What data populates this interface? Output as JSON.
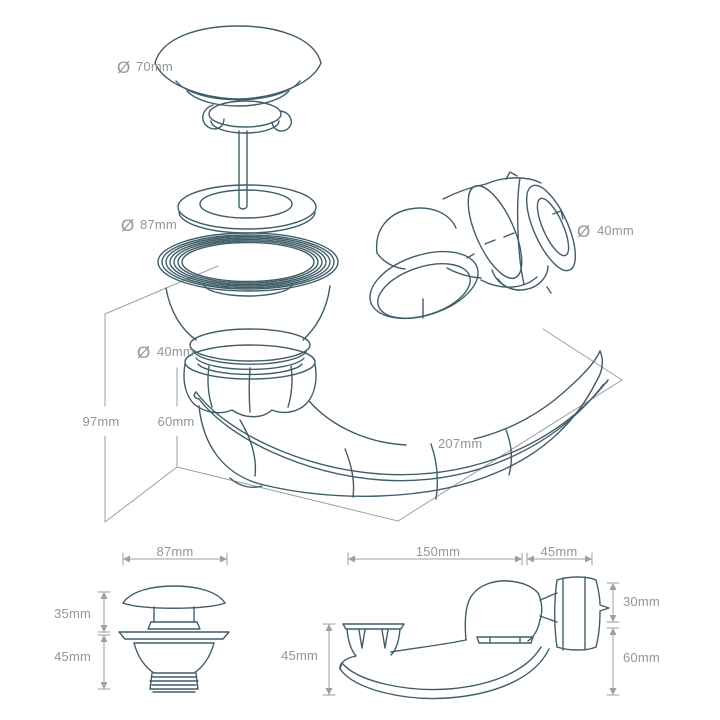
{
  "style": {
    "line": "#405e68",
    "dim": "#9aa1a6",
    "label": "#8f979c",
    "bg": "#ffffff"
  },
  "symbols": {
    "diameter": "Ø"
  },
  "exploded_view": {
    "labels": {
      "cap_diameter": "70mm",
      "flange_diameter": "87mm",
      "nut_diameter": "40mm",
      "outlet_diameter": "40mm",
      "overall_height": "97mm",
      "trap_body_height": "60mm",
      "overall_length": "207mm"
    }
  },
  "plug_view": {
    "labels": {
      "width": "87mm",
      "cap_height": "35mm",
      "body_depth": "45mm"
    }
  },
  "trap_view": {
    "labels": {
      "inlet_to_elbow": "150mm",
      "outlet_length": "45mm",
      "outlet_height": "30mm",
      "body_height": "60mm",
      "inlet_height": "45mm"
    }
  }
}
